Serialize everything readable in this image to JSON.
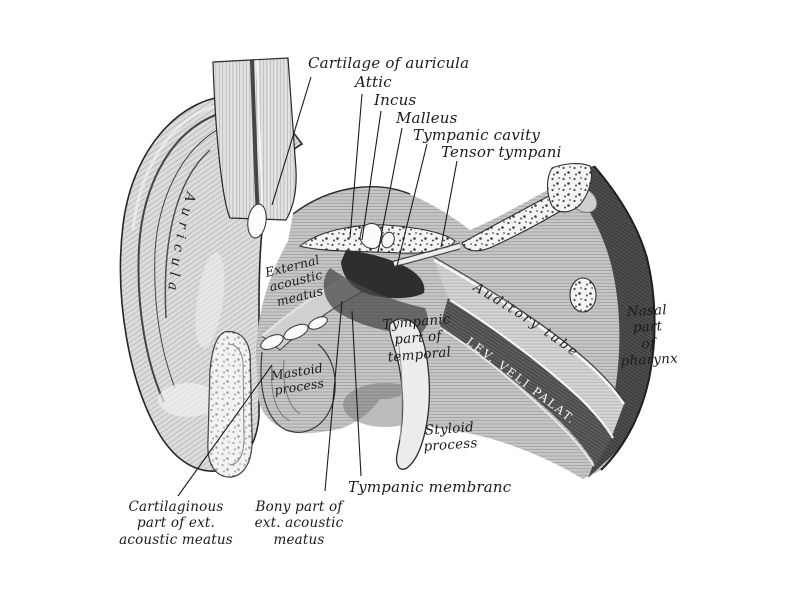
{
  "figure": {
    "palette": {
      "background": "#ffffff",
      "ink": "#1b1b1b",
      "skin_light": "#dcdcdc",
      "bone_mid": "#c7c7c7",
      "cavity_dark": "#383838",
      "muscle_dark": "#5d5d5d",
      "pharynx_dark": "#4e4e4e",
      "highlight_white": "#f6f6f6"
    },
    "labels": {
      "cartilage_of_auricula": "Cartilage of auricula",
      "attic": "Attic",
      "incus": "Incus",
      "malleus": "Malleus",
      "tympanic_cavity": "Tympanic cavity",
      "tensor_tympani": "Tensor tympani",
      "auricula": "Auricula",
      "external_acoustic_meatus": "External\nacoustic\nmeatus",
      "tympanic_part_of_temporal": "Tympanic\npart of\ntemporal",
      "mastoid_process": "Mastoid\nprocess",
      "auditory_tube": "Auditory tube",
      "lev_veli_palat": "LEV. VELI PALAT.",
      "nasal_part_of_pharynx": "Nasal\npart\nof\npharynx",
      "styloid_process": "Styloid\nprocess",
      "tympanic_membrane": "Tympanic membranc",
      "cartilaginous_part": "Cartilaginous\npart of ext.\nacoustic meatus",
      "bony_part": "Bony part of\next. acoustic\nmeatus"
    }
  }
}
